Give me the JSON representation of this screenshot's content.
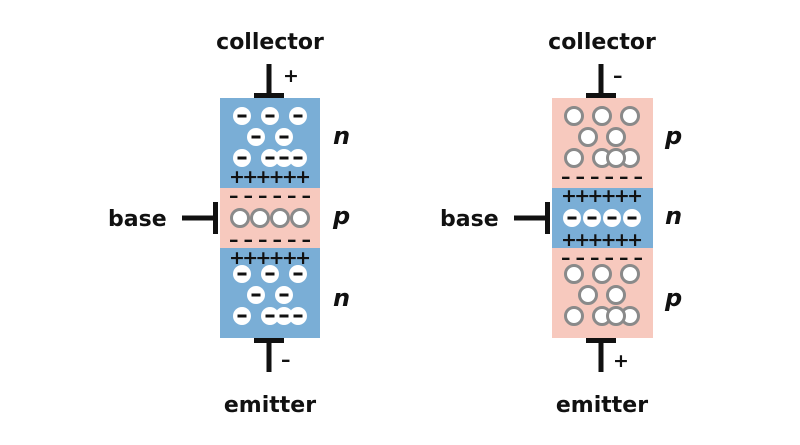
{
  "colors": {
    "n_region": "#7aaed6",
    "p_region": "#f7c9be",
    "ink": "#111111",
    "hole_ring": "#8a8a8a",
    "electron_fill": "#ffffff"
  },
  "transistors": [
    {
      "type": "npn",
      "collector": {
        "label": "collector",
        "polarity": "+"
      },
      "emitter": {
        "label": "emitter",
        "polarity": "–"
      },
      "base": {
        "label": "base"
      },
      "regions": [
        {
          "doping": "n",
          "label": "n",
          "carrier": "electron",
          "carrier_count": 9,
          "edge_charge": "+",
          "edge": "bottom"
        },
        {
          "doping": "p",
          "label": "p",
          "carrier": "hole",
          "carrier_count": 4,
          "edge_charge": "–",
          "edge": "both"
        },
        {
          "doping": "n",
          "label": "n",
          "carrier": "electron",
          "carrier_count": 9,
          "edge_charge": "+",
          "edge": "top"
        }
      ]
    },
    {
      "type": "pnp",
      "collector": {
        "label": "collector",
        "polarity": "–"
      },
      "emitter": {
        "label": "emitter",
        "polarity": "+"
      },
      "base": {
        "label": "base"
      },
      "regions": [
        {
          "doping": "p",
          "label": "p",
          "carrier": "hole",
          "carrier_count": 9,
          "edge_charge": "–",
          "edge": "bottom"
        },
        {
          "doping": "n",
          "label": "n",
          "carrier": "electron",
          "carrier_count": 4,
          "edge_charge": "+",
          "edge": "both"
        },
        {
          "doping": "p",
          "label": "p",
          "carrier": "hole",
          "carrier_count": 9,
          "edge_charge": "–",
          "edge": "top"
        }
      ]
    }
  ]
}
